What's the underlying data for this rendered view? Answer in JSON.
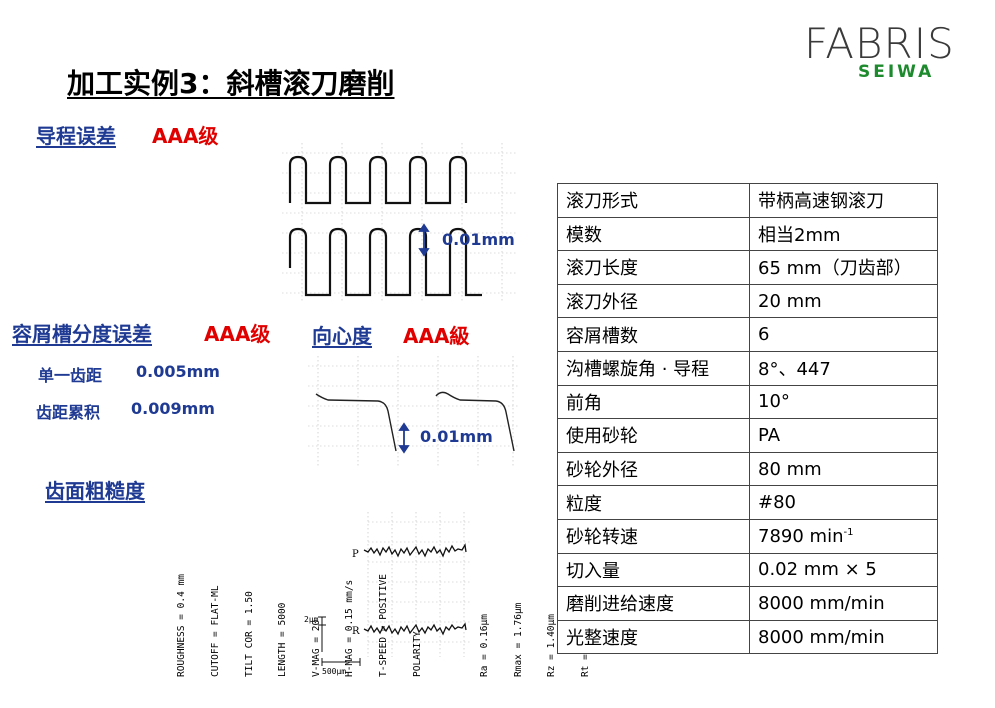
{
  "logo": {
    "fabris": "FABRIS",
    "seiwa": "SEIWA"
  },
  "title": "加工实例3：斜槽滚刀磨削",
  "sections": {
    "lead_error": {
      "label": "导程误差",
      "grade": "AAA级",
      "measure": "0.01mm"
    },
    "flute_error": {
      "label": "容屑槽分度误差",
      "grade": "AAA级"
    },
    "runout": {
      "label": "向心度",
      "grade": "AAA級",
      "measure": "0.01mm"
    },
    "single_pitch": {
      "label": "单一齿距",
      "value": "0.005mm"
    },
    "cum_pitch": {
      "label": "齿距累积",
      "value": "0.009mm"
    },
    "roughness": {
      "label": "齿面粗糙度"
    }
  },
  "roughness_chart": {
    "params": [
      "ROUGHNESS",
      "CUTOFF",
      "TILT COR",
      "LENGTH",
      "V-MAG",
      "H-MAG",
      "T-SPEED",
      "POLARITY"
    ],
    "vals": [
      "0.4 mm",
      "FLAT-ML",
      "1.50",
      "5000",
      "20",
      "0.15 mm/s",
      "POSITIVE",
      ""
    ],
    "results": [
      "Ra",
      "Rmax",
      "Rz",
      "Rt"
    ],
    "result_vals": [
      "0.16μm",
      "1.76μm",
      "1.40μm",
      ""
    ],
    "p_label": "P",
    "r_label": "R",
    "scale_v": "2μm",
    "scale_h": "500μm"
  },
  "table": [
    [
      "滚刀形式",
      "带柄高速钢滚刀"
    ],
    [
      "模数",
      "相当2mm"
    ],
    [
      "滚刀长度",
      "65 mm（刀齿部）"
    ],
    [
      "滚刀外径",
      "20 mm"
    ],
    [
      "容屑槽数",
      "6"
    ],
    [
      "沟槽螺旋角 · 导程",
      "8°、447"
    ],
    [
      "前角",
      "10°"
    ],
    [
      "使用砂轮",
      "PA"
    ],
    [
      "砂轮外径",
      "80 mm"
    ],
    [
      "粒度",
      "#80"
    ],
    [
      "砂轮转速",
      "7890 min-1"
    ],
    [
      "切入量",
      "0.02 mm × 5"
    ],
    [
      "磨削进给速度",
      "8000 mm/min"
    ],
    [
      "光整速度",
      "8000 mm/min"
    ]
  ]
}
